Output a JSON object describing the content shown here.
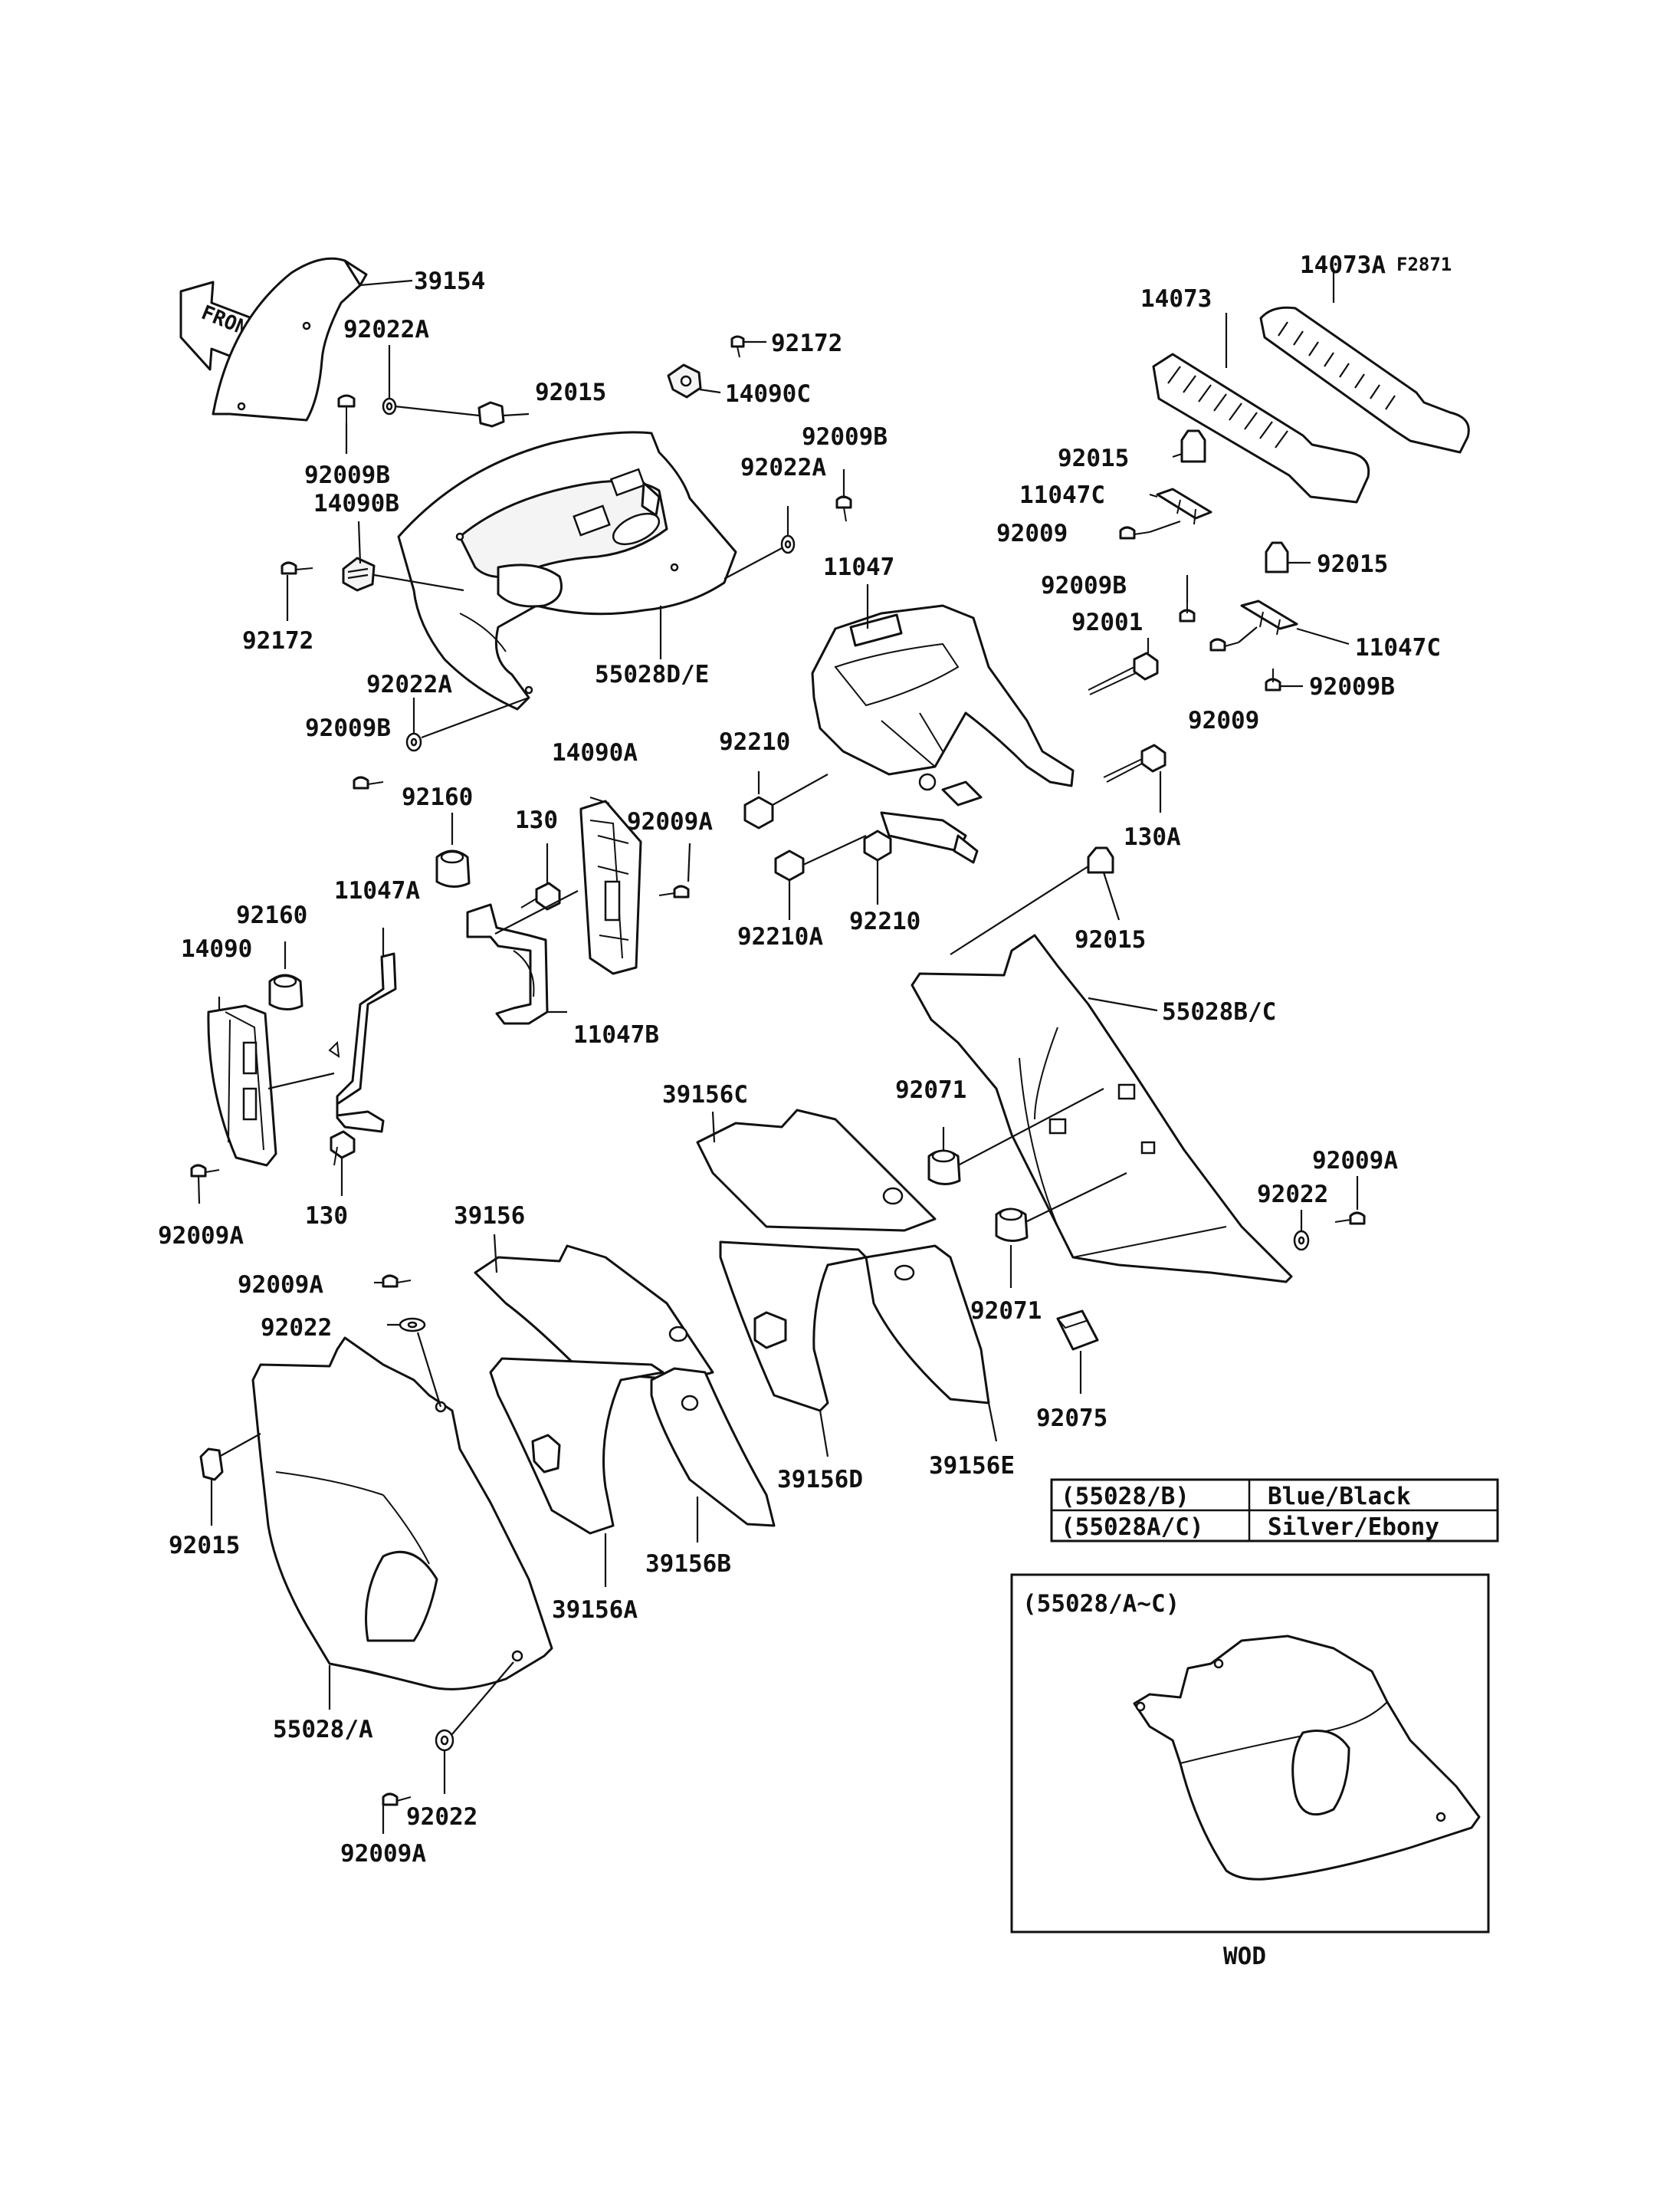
{
  "figure_code": "F2871",
  "front_arrow_label": "FRONT",
  "labels": {
    "l39154": "39154",
    "l92022A_top": "92022A",
    "l92015_top": "92015",
    "l92009B_top": "92009B",
    "l14090B": "14090B",
    "l92172_left": "92172",
    "l92172_top": "92172",
    "l14090C": "14090C",
    "l92009B_mid": "92009B",
    "l92022A_mid": "92022A",
    "l55028DE": "55028D/E",
    "l92022A_low": "92022A",
    "l92009B_low": "92009B",
    "l11047": "11047",
    "l92210_a": "92210",
    "l92210A": "92210A",
    "l92210_b": "92210",
    "l14073A": "14073A",
    "l14073": "14073",
    "l92015_r1": "92015",
    "l11047C_a": "11047C",
    "l92009_a": "92009",
    "l92009B_r1": "92009B",
    "l92015_r2": "92015",
    "l92001": "92001",
    "l11047C_b": "11047C",
    "l92009_b": "92009",
    "l92009B_r2": "92009B",
    "l130A": "130A",
    "l92015_mid": "92015",
    "l55028BC": "55028B/C",
    "l14090A": "14090A",
    "l92160_a": "92160",
    "l130_a": "130",
    "l92009A_a": "92009A",
    "l11047A": "11047A",
    "l11047B": "11047B",
    "l92160_b": "92160",
    "l14090": "14090",
    "l92009A_b": "92009A",
    "l130_b": "130",
    "l39156C": "39156C",
    "l92071_a": "92071",
    "l92071_b": "92071",
    "l92022_r": "92022",
    "l92009A_r": "92009A",
    "l92075": "92075",
    "l39156": "39156",
    "l92009A_c": "92009A",
    "l92022_c": "92022",
    "l39156D": "39156D",
    "l39156E": "39156E",
    "l39156B": "39156B",
    "l39156A": "39156A",
    "l92015_low": "92015",
    "l55028A": "55028/A",
    "l92022_bot": "92022",
    "l92009A_bot": "92009A",
    "inset_title": "(55028/A~C)",
    "inset_caption": "WOD"
  },
  "color_table": [
    {
      "code": "(55028/B)",
      "color": "Blue/Black"
    },
    {
      "code": "(55028A/C)",
      "color": "Silver/Ebony"
    }
  ]
}
